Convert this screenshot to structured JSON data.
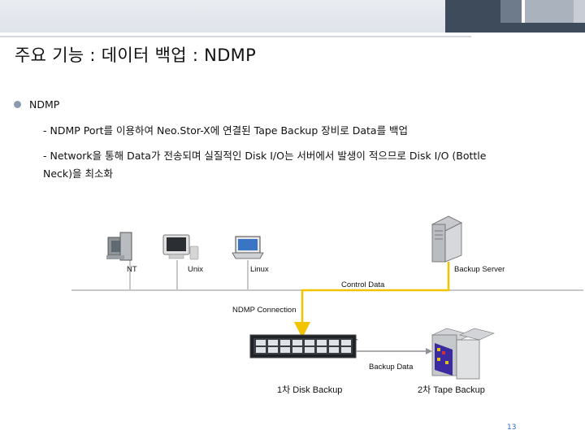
{
  "slide": {
    "title": "주요 기능 : 데이터 백업 : NDMP",
    "bullet": "NDMP",
    "sub1": "- NDMP Port를 이용하여 Neo.Stor-X에 연결된 Tape Backup 장비로 Data를 백업",
    "sub2a": "- Network을 통해 Data가 전송되며 실질적인 Disk I/O는 서버에서 발생이 적으므로 Disk I/O (Bottle",
    "sub2b": "Neck)을 최소화",
    "page_number": "13"
  },
  "diagram": {
    "nodes": {
      "nt": "NT",
      "unix": "Unix",
      "linux": "Linux",
      "backup_server": "Backup Server",
      "disk_backup": "1차 Disk Backup",
      "tape_backup": "2차 Tape Backup"
    },
    "flows": {
      "control": "Control Data",
      "ndmp": "NDMP Connection",
      "backup": "Backup Data"
    },
    "colors": {
      "flow_line": "#f2c400",
      "network_line": "#c8c8c8",
      "accent": "#3d4b5b"
    }
  }
}
